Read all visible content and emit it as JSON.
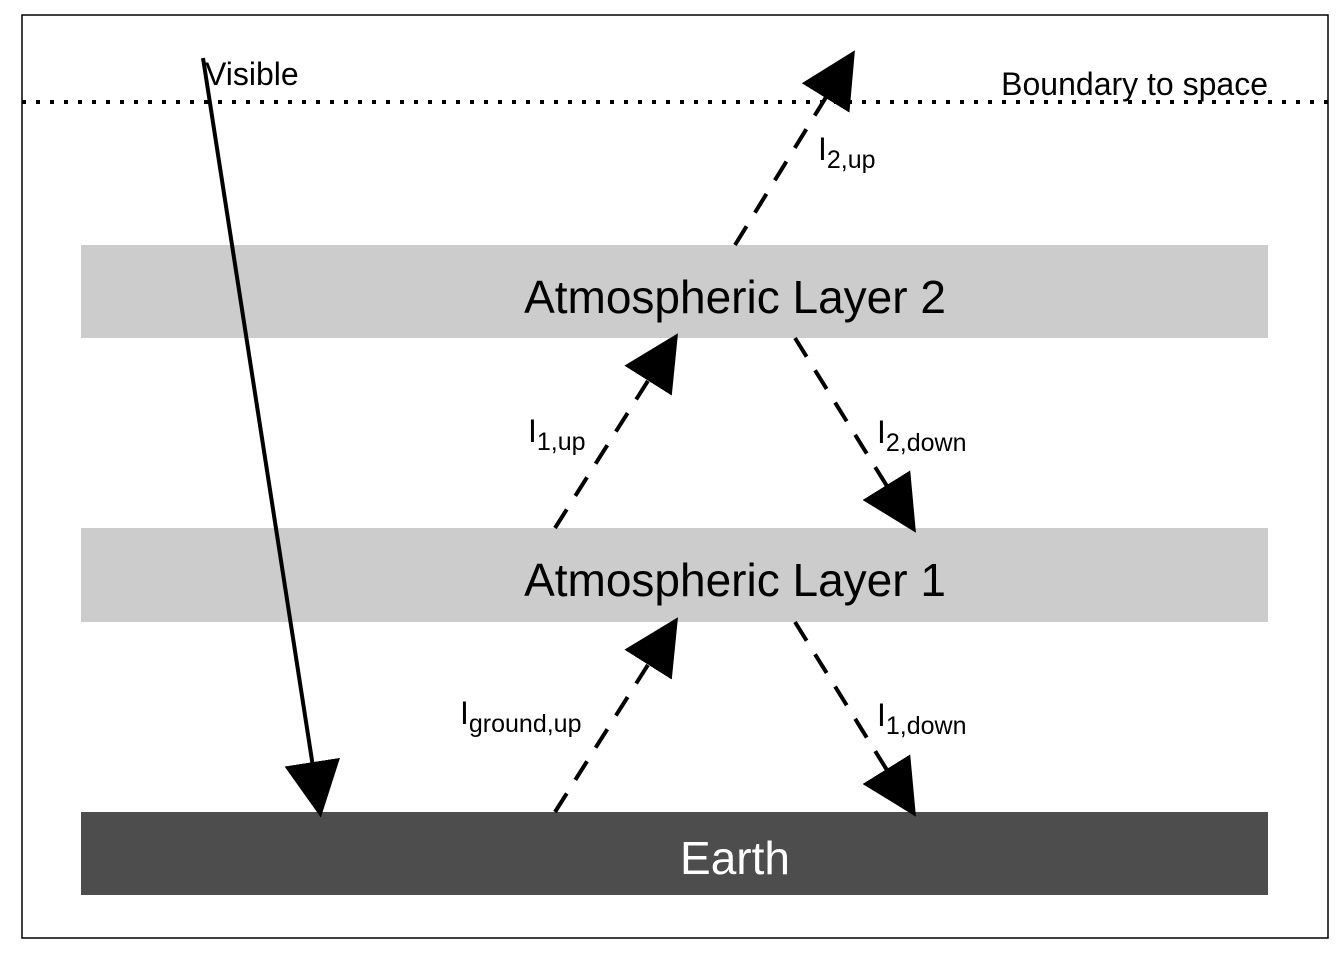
{
  "labels": {
    "visible": "Visible",
    "boundary": "Boundary to space",
    "layer2": "Atmospheric Layer 2",
    "layer1": "Atmospheric Layer 1",
    "earth": "Earth"
  },
  "fluxes": {
    "i2up": {
      "main": "I",
      "sub": "2,up"
    },
    "i1up": {
      "main": "I",
      "sub": "1,up"
    },
    "i2down": {
      "main": "I",
      "sub": "2,down"
    },
    "igroundup": {
      "main": "I",
      "sub": "ground,up"
    },
    "i1down": {
      "main": "I",
      "sub": "1,down"
    }
  },
  "colors": {
    "layer": "#cccccc",
    "earth": "#4d4d4d",
    "line": "#000000"
  }
}
